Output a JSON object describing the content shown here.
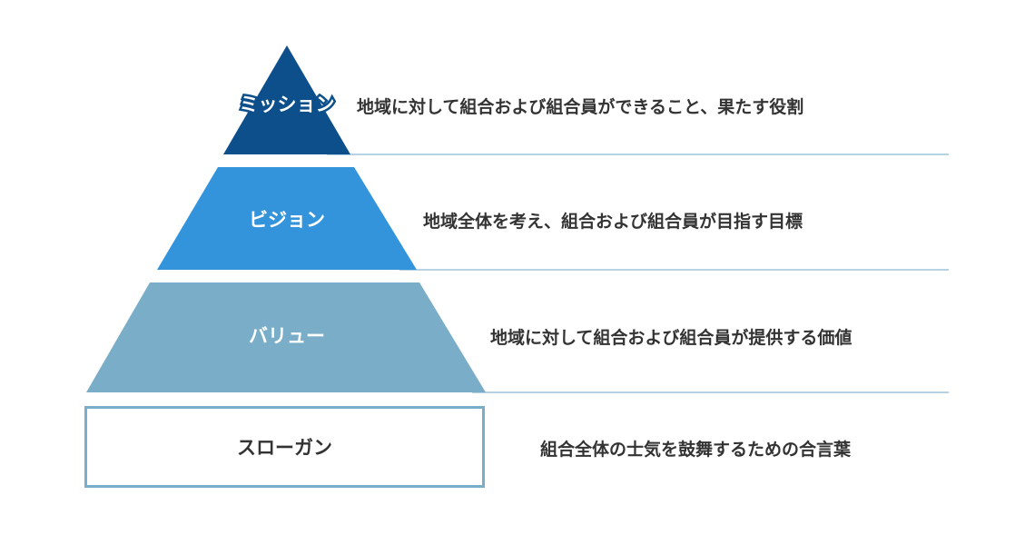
{
  "levels": [
    {
      "label": "ミッション",
      "description": "地域に対して組合および組合員ができること、果たす役割",
      "fill": "#0d4f8b",
      "label_color": "#ffffff",
      "label_outline": "#0d4f8b"
    },
    {
      "label": "ビジョン",
      "description": "地域全体を考え、組合および組合員が目指す目標",
      "fill": "#3394dc",
      "label_color": "#ffffff"
    },
    {
      "label": "バリュー",
      "description": "地域に対して組合および組合員が提供する価値",
      "fill": "#7aaec8",
      "label_color": "#ffffff"
    }
  ],
  "slogan": {
    "label": "スローガン",
    "description": "組合全体の士気を鼓舞するための合言葉",
    "border_color": "#7aaec8"
  },
  "divider_color": "#9fc3d8"
}
